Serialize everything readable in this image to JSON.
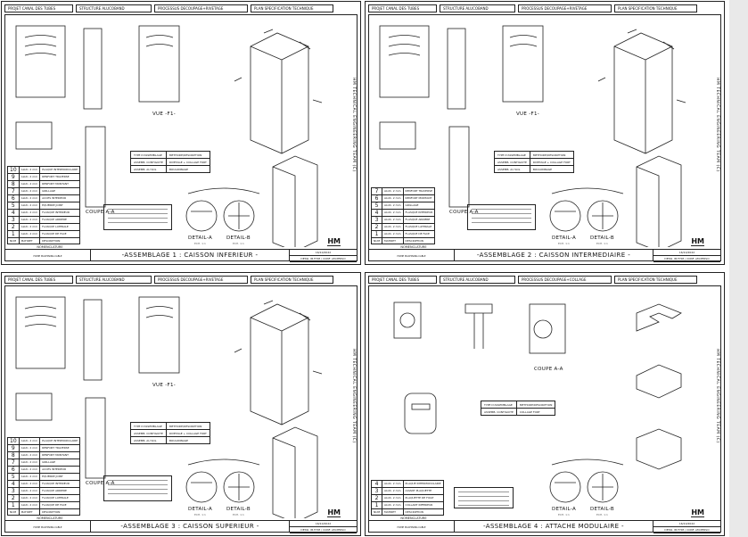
{
  "side_text": "HM TECHNICAL ENGINEERING TEAM (C)",
  "logo_text": "HM",
  "common": {
    "project": "PROJET  CANAL DES TUBES",
    "structure": "STRUCTURE  ALUCOBAND",
    "plan": "PLAN  SPECIFICATION TECHNIQUE",
    "nomenclature": "NOMENCLATURE",
    "num_header": "NUM",
    "material_header": "MATIRET",
    "description_header": "DESCRIPTION",
    "coupe": "COUPE A-A",
    "vue": "VUE -F1-",
    "detail_a": "DETAIL-A",
    "detail_b": "DETAIL-B",
    "scale": "ECH. 1:1",
    "date": "16/10/2022",
    "signature": "DESSI. IB.F.HM / CONF. AM.PERSO",
    "company": "HOME MACHINING CABLE",
    "asm_type_header": "TYPE D'ASSEMBLAGE",
    "asm_method_header": "METHODE/DESCRIPTION"
  },
  "sheets": [
    {
      "process": "PROCESSUS  DECOUPAGE+RIVETAGE",
      "title": "-ASSEMBLAGE 1 : CAISSON INFERIEUR -",
      "assembly_rows": [
        [
          "ASSEMB. CONTIGUITE",
          "RIVETAGE + COLLAGE FORT"
        ],
        [
          "ASSEMB. AU SOL",
          "BOULONNAGE"
        ]
      ],
      "nomenclature": [
        [
          "10",
          "ALUC. 2 mm",
          "PLAQUE INTERMODULAIRE"
        ],
        [
          "9",
          "ALUC. 2 mm",
          "RENFORT TRAVERSE"
        ],
        [
          "8",
          "ALUC. 2 mm",
          "RENFORT MONTANT"
        ],
        [
          "7",
          "ALUC. 2 mm",
          "GRILLAGE"
        ],
        [
          "6",
          "ALUC. 2 mm",
          "ACCES INTERIEUR"
        ],
        [
          "5",
          "ALUC. 2 mm",
          "EQUERRE JOINT"
        ],
        [
          "4",
          "ALUC. 2 mm",
          "FLASQUE INTERIEUR"
        ],
        [
          "3",
          "ALUC. 2 mm",
          "FLASQUE ARRIERE"
        ],
        [
          "2",
          "ALUC. 2 mm",
          "FLASQUE LATERALE"
        ],
        [
          "1",
          "ALUC. 2 mm",
          "FLASQUE DE FACE"
        ]
      ]
    },
    {
      "process": "PROCESSUS  DECOUPAGE+RIVETAGE",
      "title": "-ASSEMBLAGE 2 : CAISSON INTERMEDIAIRE -",
      "assembly_rows": [
        [
          "ASSEMB. CONTIGUITE",
          "RIVETAGE + COLLAGE FORT"
        ],
        [
          "ASSEMB. AU SOL",
          "BOULONNAGE"
        ]
      ],
      "nomenclature": [
        [
          "7",
          "ALUC. 2 mm",
          "RENFORT TRAVERSE"
        ],
        [
          "6",
          "ALUC. 2 mm",
          "RENFORT MONTANT"
        ],
        [
          "5",
          "ALUC. 2 mm",
          "GRILLAGE"
        ],
        [
          "4",
          "ALUC. 2 mm",
          "FLASQUE INTERIEUR"
        ],
        [
          "3",
          "ALUC. 2 mm",
          "FLASQUE ARRIERE"
        ],
        [
          "2",
          "ALUC. 2 mm",
          "FLASQUE LATERALE"
        ],
        [
          "1",
          "ALUC. 2 mm",
          "FLASQUE DE FACE"
        ]
      ]
    },
    {
      "process": "PROCESSUS  DECOUPAGE+RIVETAGE",
      "title": "-ASSEMBLAGE 3 : CAISSON SUPERIEUR -",
      "assembly_rows": [
        [
          "ASSEMB. CONTIGUITE",
          "RIVETAGE + COLLAGE FORT"
        ],
        [
          "ASSEMB. AU SOL",
          "BOULONNAGE"
        ]
      ],
      "nomenclature": [
        [
          "10",
          "ALUC. 2 mm",
          "PLAQUE INTERMODULAIRE"
        ],
        [
          "9",
          "ALUC. 2 mm",
          "RENFORT TRAVERSE"
        ],
        [
          "8",
          "ALUC. 2 mm",
          "RENFORT MONTANT"
        ],
        [
          "7",
          "ALUC. 2 mm",
          "GRILLAGE"
        ],
        [
          "6",
          "ALUC. 2 mm",
          "ACCES INTERIEUR"
        ],
        [
          "5",
          "ALUC. 2 mm",
          "EQUERRE JOINT"
        ],
        [
          "4",
          "ALUC. 2 mm",
          "FLASQUE INTERIEUR"
        ],
        [
          "3",
          "ALUC. 2 mm",
          "FLASQUE ARRIERE"
        ],
        [
          "2",
          "ALUC. 2 mm",
          "FLASQUE LATERALE"
        ],
        [
          "1",
          "ALUC. 2 mm",
          "FLASQUE DE FACE"
        ]
      ]
    },
    {
      "process": "PROCESSUS  DECOUPAGE+COLLAGE",
      "title": "-ASSEMBLAGE 4 : ATTACHE MODULAIRE -",
      "assembly_rows": [
        [
          "ASSEMB. CONTIGUITE",
          "COLLAGE FORT"
        ]
      ],
      "nomenclature": [
        [
          "4",
          "ALUC. 2 mm",
          "PLAQUE INTERMODULAIRE"
        ],
        [
          "3",
          "ALUC. 2 mm",
          "AXIANT PLAQUETTE"
        ],
        [
          "2",
          "ALUC. 2 mm",
          "PLAQUETTE DE FIXAT"
        ],
        [
          "1",
          "ALUC. 2 mm",
          "COLLANT INFERIEUR"
        ]
      ]
    }
  ]
}
